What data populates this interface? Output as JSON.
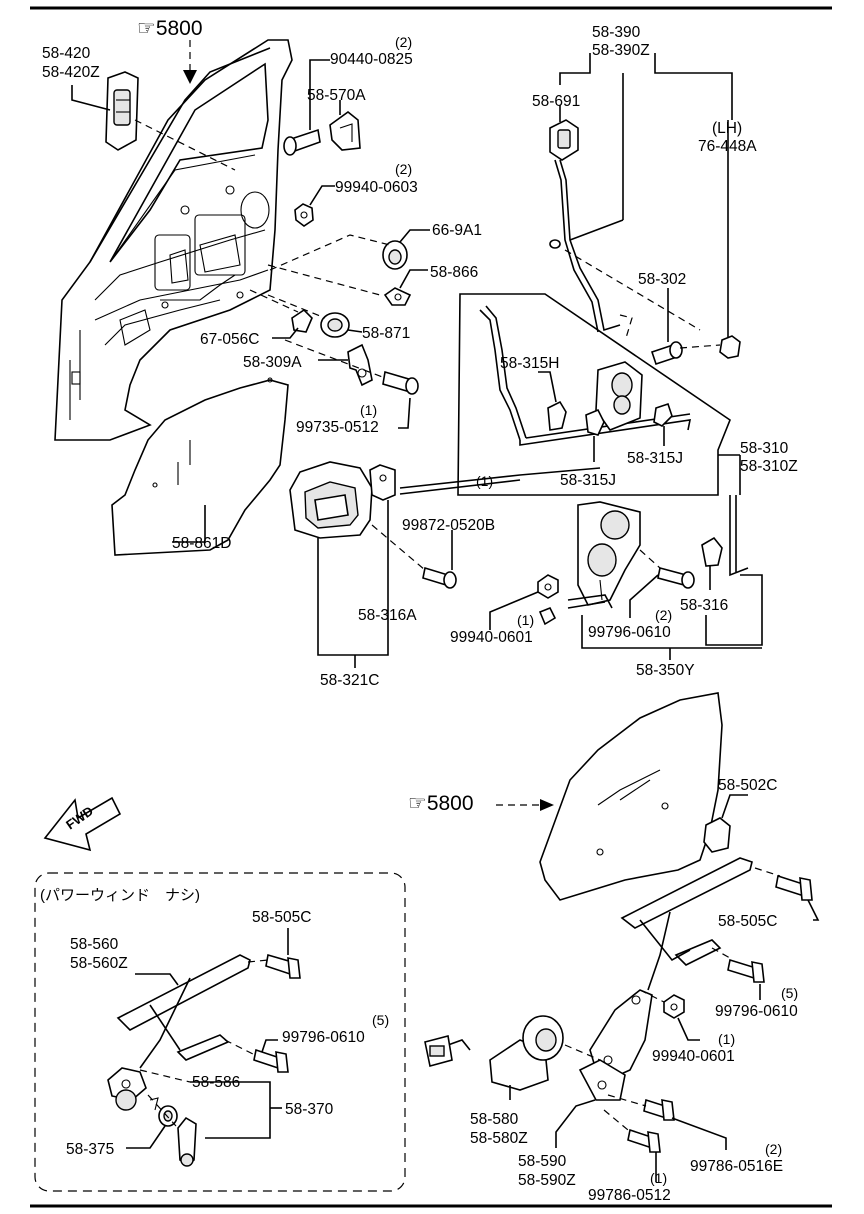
{
  "references": {
    "top_ref": "☞5800",
    "bottom_ref": "☞5800"
  },
  "fwd_label": "FWD",
  "inset_title": "(パワーウィンド　ナシ)",
  "labels": {
    "p58_420": "58-420",
    "p58_420z": "58-420Z",
    "q90440": "(2)",
    "p90440": "90440-0825",
    "p58_570a": "58-570A",
    "q99940_0603": "(2)",
    "p99940_0603": "99940-0603",
    "p66_9a1": "66-9A1",
    "p58_866": "58-866",
    "p67_056c": "67-056C",
    "p58_871": "58-871",
    "p58_309a": "58-309A",
    "q99735": "(1)",
    "p99735": "99735-0512",
    "p58_861d": "58-861D",
    "p58_390": "58-390",
    "p58_390z": "58-390Z",
    "p58_691": "58-691",
    "lh": "(LH)",
    "p76_448a": "76-448A",
    "p58_302": "58-302",
    "p58_315h": "58-315H",
    "p58_315j_a": "58-315J",
    "p58_315j_b": "58-315J",
    "p58_310": "58-310",
    "p58_310z": "58-310Z",
    "q99872": "(1)",
    "p99872": "99872-0520B",
    "p58_316a": "58-316A",
    "p58_321c": "58-321C",
    "q99940_0601a": "(1)",
    "p99940_0601a": "99940-0601",
    "q99796_0610a": "(2)",
    "p99796_0610a": "99796-0610",
    "p58_316": "58-316",
    "p58_350y": "58-350Y",
    "p58_502c": "58-502C",
    "p58_505c_r": "58-505C",
    "q99796_0610b": "(5)",
    "p99796_0610b": "99796-0610",
    "q99940_0601b": "(1)",
    "p99940_0601b": "99940-0601",
    "p58_580": "58-580",
    "p58_580z": "58-580Z",
    "p58_590": "58-590",
    "p58_590z": "58-590Z",
    "q99786_0516e": "(2)",
    "p99786_0516e": "99786-0516E",
    "q99786_0512": "(1)",
    "p99786_0512": "99786-0512",
    "p58_505c_i": "58-505C",
    "p58_560": "58-560",
    "p58_560z": "58-560Z",
    "q99796_0610c": "(5)",
    "p99796_0610c": "99796-0610",
    "p58_586": "58-586",
    "p58_370": "58-370",
    "p58_375": "58-375"
  }
}
